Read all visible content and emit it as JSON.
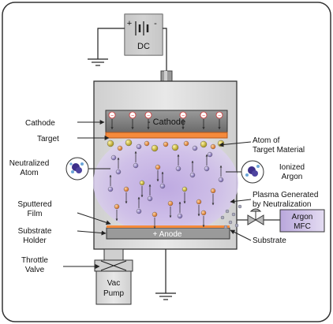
{
  "diagram": {
    "power_supply": {
      "label": "DC",
      "plus": "+",
      "minus": "-"
    },
    "labels": {
      "cathode": "Cathode",
      "cathode_plate": "- Cathode",
      "target": "Target",
      "neutralized_atom": [
        "Neutralized",
        "Atom"
      ],
      "atom_of_target": [
        "Atom of",
        "Target Material"
      ],
      "ionized_argon": [
        "Ionized",
        "Argon"
      ],
      "plasma": [
        "Plasma Generated",
        "by Neutralization"
      ],
      "sputtered_film": [
        "Sputtered",
        "Film"
      ],
      "substrate_holder": [
        "Substrate",
        "Holder"
      ],
      "anode_plate": "+ Anode",
      "argon_mfc": [
        "Argon",
        "MFC"
      ],
      "substrate": "Substrate",
      "throttle_valve": [
        "Throttle",
        "Valve"
      ],
      "vac_pump": [
        "Vac",
        "Pump"
      ],
      "ion_sign": "⊖"
    },
    "colors": {
      "chamber": "#d9d9d9",
      "plasma": "#c9b3e6",
      "cathode": "#7f7f7f",
      "target": "#f58a3c",
      "anode": "#8a8a8a",
      "mfc": "#cdbfe3",
      "atom_yellow": "#d6c13a",
      "atom_orange": "#f0a05a",
      "atom_purple": "#9988c4"
    }
  }
}
